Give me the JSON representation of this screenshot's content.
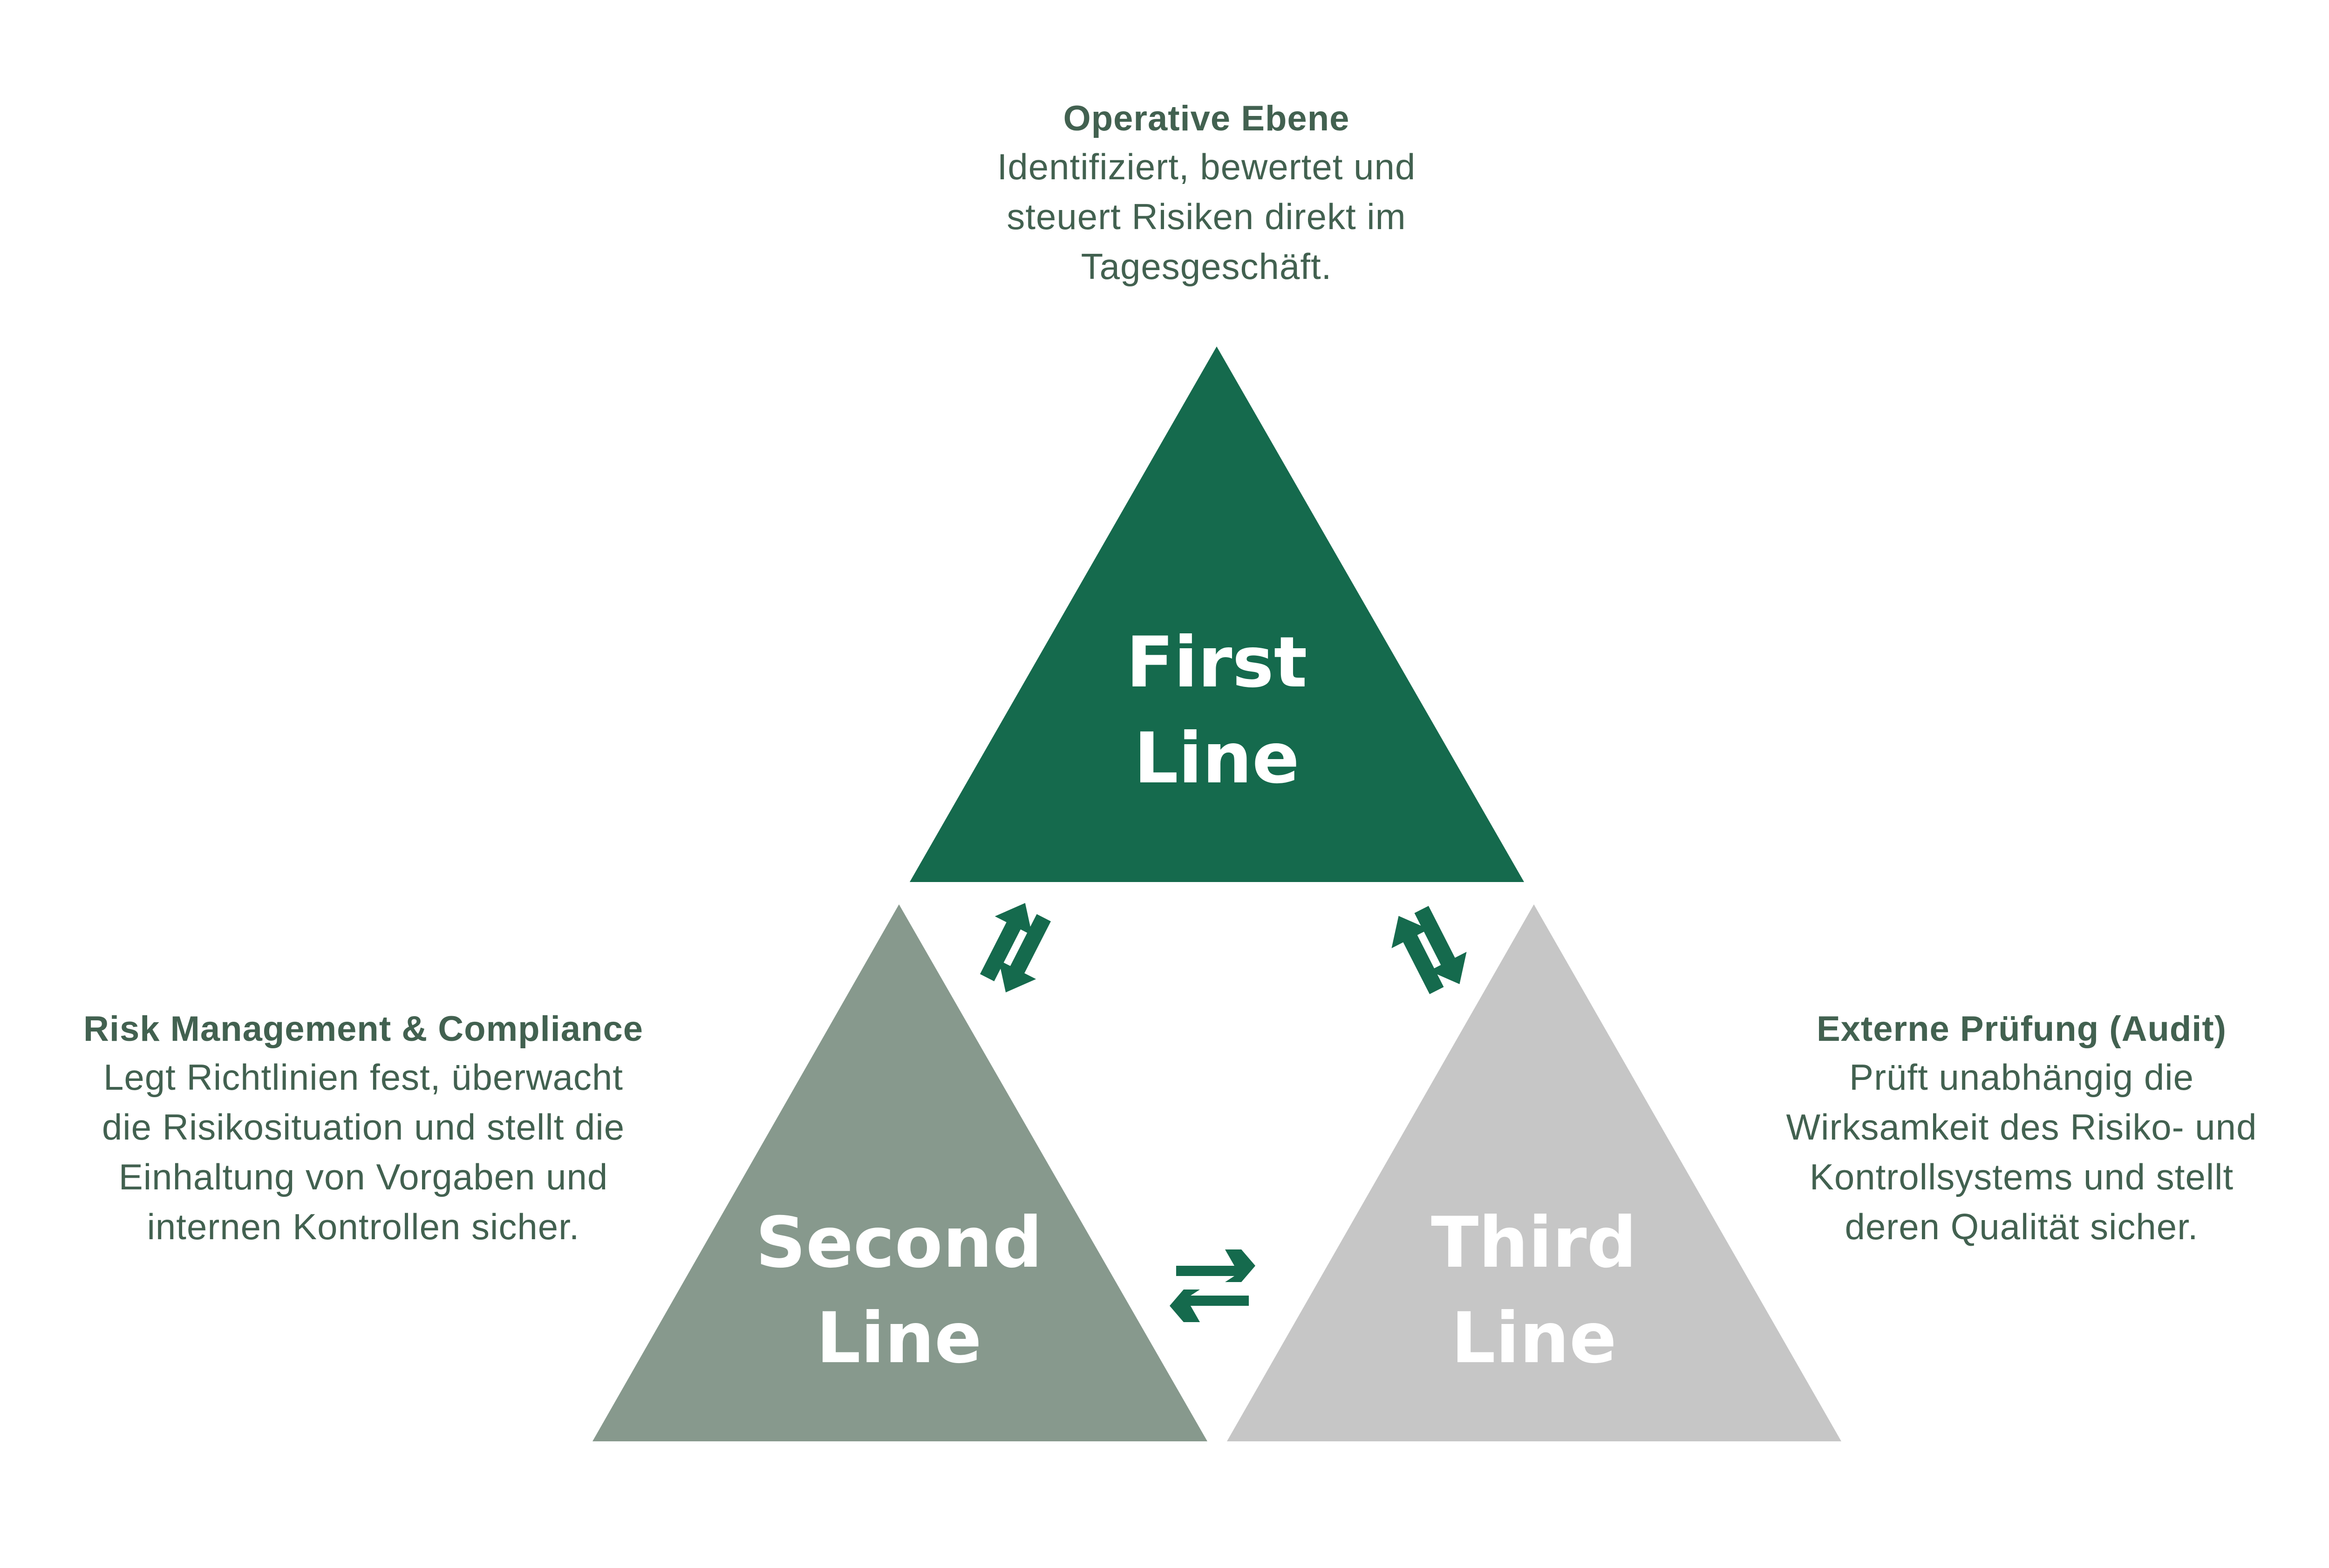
{
  "colors": {
    "first_line": "#156A4D",
    "second_line": "#87998D",
    "third_line": "#C6C6C6",
    "arrows": "#156A4D",
    "text": "#426150",
    "label_text": "#FFFFFF"
  },
  "triangles": {
    "first": {
      "line1": "First",
      "line2": "Line"
    },
    "second": {
      "line1": "Second",
      "line2": "Line"
    },
    "third": {
      "line1": "Third",
      "line2": "Line"
    }
  },
  "descriptions": {
    "top": {
      "title": "Operative Ebene",
      "body": "Identifiziert, bewertet und\nsteuert Risiken direkt im\nTagesgeschäft."
    },
    "left": {
      "title": "Risk Management & Compliance",
      "body": "Legt Richtlinien fest, überwacht\ndie Risikosituation und stellt die\nEinhaltung von Vorgaben und\ninternen Kontrollen sicher."
    },
    "right": {
      "title": "Externe Prüfung (Audit)",
      "body": "Prüft unabhängig die\nWirksamkeit des Risiko- und\nKontrollsystems und stellt\nderen Qualität sicher."
    }
  },
  "arrows": [
    {
      "name": "first-second-exchange-icon",
      "between": [
        "First Line",
        "Second Line"
      ]
    },
    {
      "name": "first-third-exchange-icon",
      "between": [
        "First Line",
        "Third Line"
      ]
    },
    {
      "name": "second-third-exchange-icon",
      "between": [
        "Second Line",
        "Third Line"
      ]
    }
  ]
}
